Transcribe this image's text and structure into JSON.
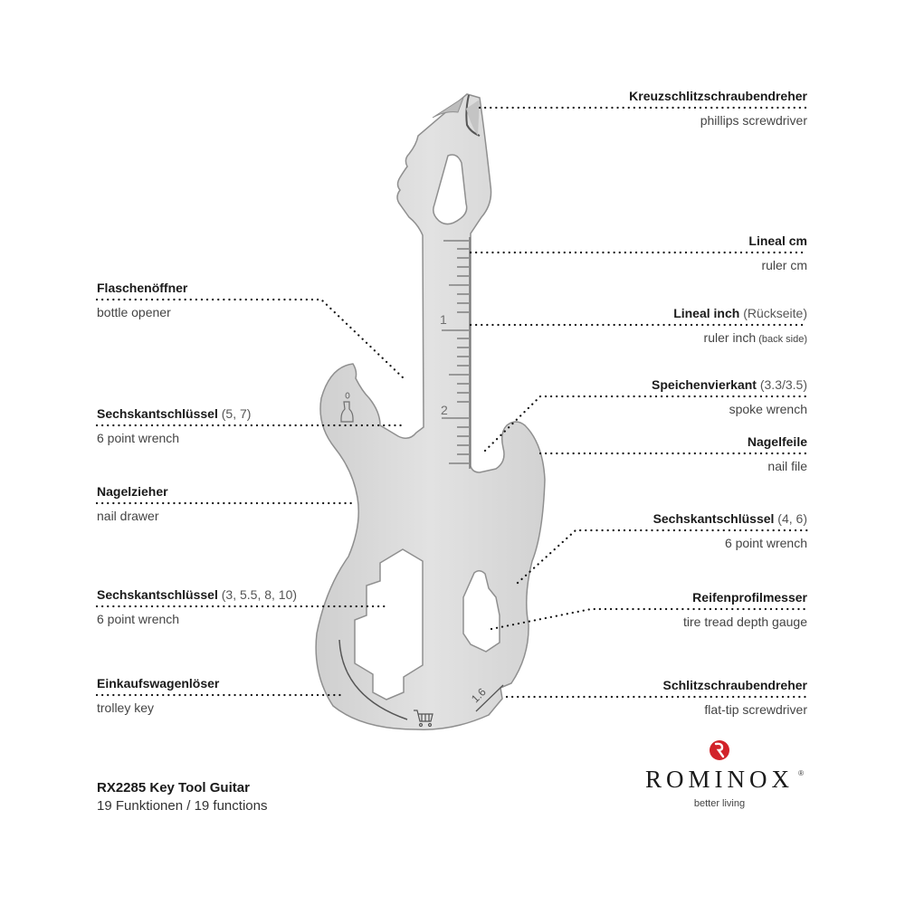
{
  "product": {
    "title": "RX2285 Key Tool Guitar",
    "subtitle": "19 Funktionen / 19 functions"
  },
  "brand": {
    "name": "ROMINOX",
    "registered_mark": "®",
    "tagline": "better living",
    "logo_color": "#d2232a"
  },
  "tool_markings": {
    "ruler_numbers": [
      "1",
      "2"
    ],
    "gauge_value": "1.6",
    "cart_icon": "shopping-cart-icon",
    "bottle_icon": "bottle-icon"
  },
  "colors": {
    "steel": "#d9d9d9",
    "steel_edge": "#8f8f8f",
    "leader_dots": "#111111"
  },
  "labels_right": [
    {
      "de": "Kreuzschlitzschraubendreher",
      "spec": "",
      "en": "phillips screwdriver",
      "en_small": ""
    },
    {
      "de": "Lineal cm",
      "spec": "",
      "en": "ruler cm",
      "en_small": ""
    },
    {
      "de": "Lineal inch",
      "spec": " (Rückseite)",
      "en": "ruler inch",
      "en_small": " (back side)"
    },
    {
      "de": "Speichenvierkant",
      "spec": " (3.3/3.5)",
      "en": "spoke wrench",
      "en_small": ""
    },
    {
      "de": "Nagelfeile",
      "spec": "",
      "en": "nail file",
      "en_small": ""
    },
    {
      "de": "Sechskantschlüssel",
      "spec": " (4, 6)",
      "en": "6 point wrench",
      "en_small": ""
    },
    {
      "de": "Reifenprofilmesser",
      "spec": "",
      "en": "tire tread depth gauge",
      "en_small": ""
    },
    {
      "de": "Schlitzschraubendreher",
      "spec": "",
      "en": "flat-tip screwdriver",
      "en_small": ""
    }
  ],
  "labels_left": [
    {
      "de": "Flaschenöffner",
      "spec": "",
      "en": "bottle opener"
    },
    {
      "de": "Sechskantschlüssel",
      "spec": " (5, 7)",
      "en": "6 point wrench"
    },
    {
      "de": "Nagelzieher",
      "spec": "",
      "en": "nail drawer"
    },
    {
      "de": "Sechskantschlüssel",
      "spec": " (3, 5.5, 8, 10)",
      "en": "6 point wrench"
    },
    {
      "de": "Einkaufswagenlöser",
      "spec": "",
      "en": "trolley key"
    }
  ]
}
